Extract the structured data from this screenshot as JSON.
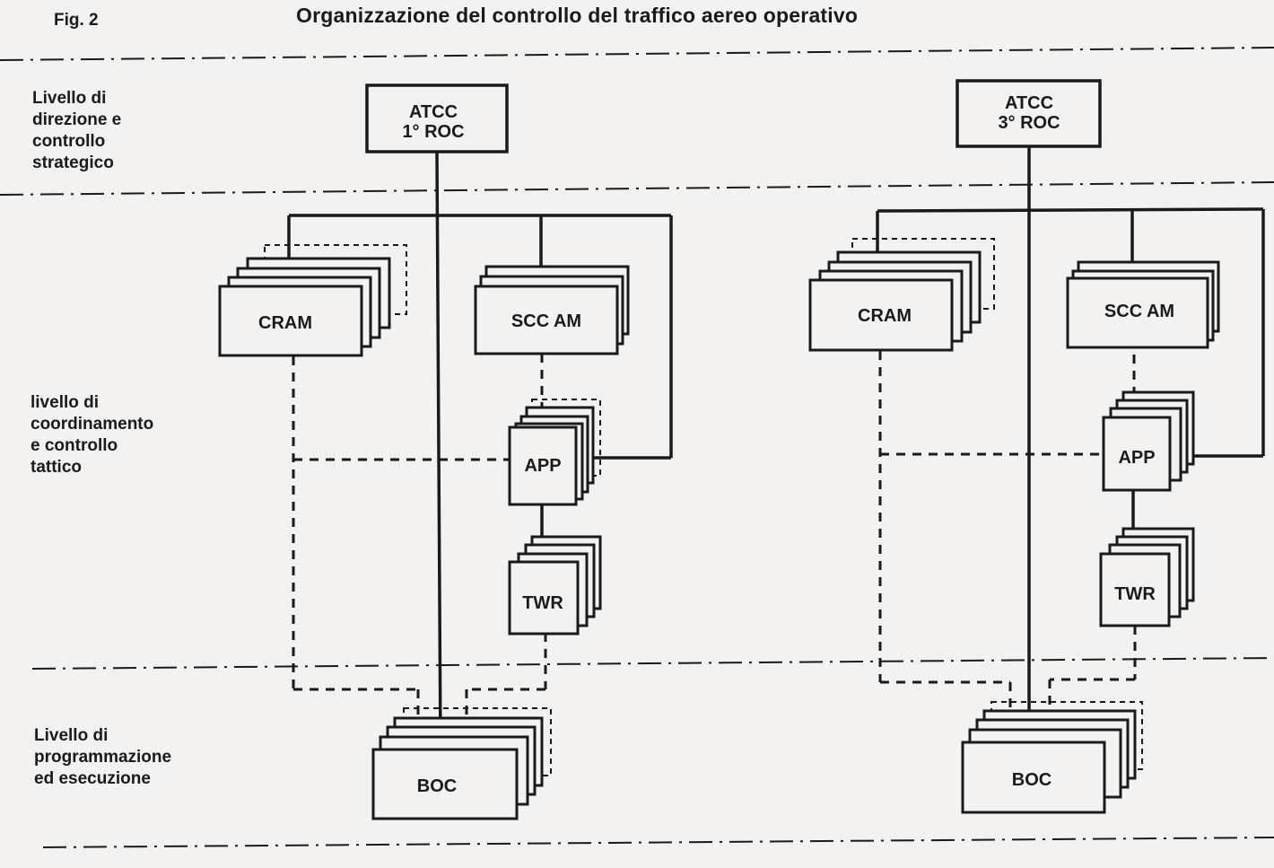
{
  "figure_label": "Fig. 2",
  "title": "Organizzazione del controllo del traffico aereo operativo",
  "levels": [
    {
      "text": "Livello di\ndirezione e\ncontrollo\nstrategico"
    },
    {
      "text": "livello di\ncoordinamento\ne controllo\ntattico"
    },
    {
      "text": "Livello di\nprogrammazione\ned esecuzione"
    }
  ],
  "left_group": {
    "atcc": [
      "ATCC",
      "1° ROC"
    ],
    "cram": "CRAM",
    "scc": "SCC AM",
    "app": "APP",
    "twr": "TWR",
    "boc": "BOC"
  },
  "right_group": {
    "atcc": [
      "ATCC",
      "3° ROC"
    ],
    "cram": "CRAM",
    "scc": "SCC AM",
    "app": "APP",
    "twr": "TWR",
    "boc": "BOC"
  },
  "colors": {
    "ink": "#1a1a1a",
    "paper": "#f3f2f0"
  }
}
